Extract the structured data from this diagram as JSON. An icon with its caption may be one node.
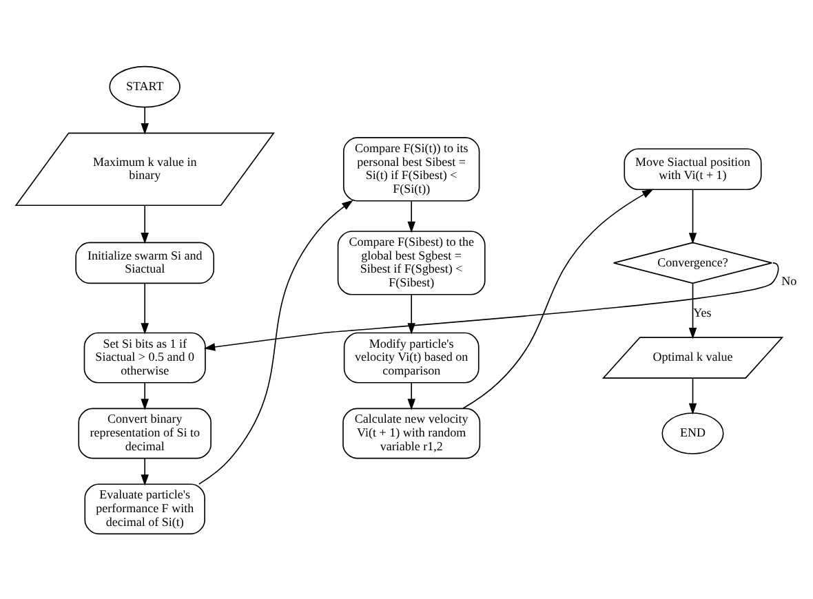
{
  "diagram": {
    "nodes": [
      {
        "text": [
          "START"
        ]
      },
      {
        "text": [
          "Maximum k value in binary"
        ]
      },
      {
        "text": [
          "Initialize swarm Si and Siactual"
        ]
      },
      {
        "text": [
          "Set Si bits as 1 if Siactual > 0.5 and 0 otherwise"
        ]
      },
      {
        "text": [
          "Convert binary representation of Si to decimal"
        ]
      },
      {
        "text": [
          "Evaluate particle's performance F with decimal of Si(t)"
        ]
      },
      {
        "text": [
          "Compare F(Si(t)) to its personal best Sibest = Si(t) if F(Sibest) < F(Si(t))"
        ]
      },
      {
        "text": [
          "Compare F(Sibest) to the global best Sgbest = Sibest if F(Sgbest) < F(Sibest)"
        ]
      },
      {
        "text": [
          "Modify particle's velocity Vi(t) based on comparison"
        ]
      },
      {
        "text": [
          "Calculate new velocity Vi(t + 1) with random variable r1,2"
        ]
      },
      {
        "text": [
          "Move Siactual position with Vi(t + 1)"
        ]
      },
      {
        "text": [
          "Convergence?"
        ]
      },
      {
        "text": [
          "Optimal k value"
        ]
      },
      {
        "text": [
          "END"
        ]
      }
    ],
    "edges": [
      {
        "from": 0,
        "to": 1,
        "arrow": "to"
      },
      {
        "from": 1,
        "to": 2,
        "arrow": "to"
      },
      {
        "from": 2,
        "to": 3,
        "arrow": "to"
      },
      {
        "from": 3,
        "to": 4,
        "arrow": "to"
      },
      {
        "from": 4,
        "to": 5,
        "arrow": "to"
      },
      {
        "from": 5,
        "to": 6,
        "arrow": "to"
      },
      {
        "from": 6,
        "to": 7,
        "arrow": "to"
      },
      {
        "from": 7,
        "to": 8,
        "arrow": "to"
      },
      {
        "from": 8,
        "to": 9,
        "arrow": "to"
      },
      {
        "from": 9,
        "to": 10,
        "arrow": "to"
      },
      {
        "from": 10,
        "to": 11,
        "arrow": "to"
      },
      {
        "from": 11,
        "to": 12,
        "label": "Yes",
        "arrow": "to"
      },
      {
        "from": 12,
        "to": 13,
        "arrow": "to"
      },
      {
        "from": 11,
        "to": 3,
        "label": "No",
        "arrow": "to"
      }
    ]
  }
}
